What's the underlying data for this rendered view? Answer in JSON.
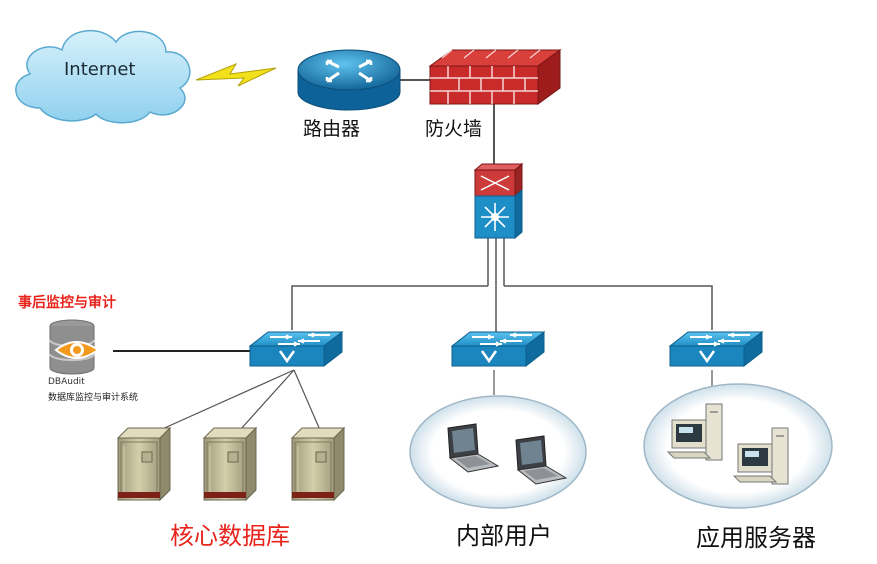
{
  "labels": {
    "internet": "Internet",
    "router": "路由器",
    "firewall": "防火墙",
    "audit_title": "事后监控与审计",
    "dbaudit_name": "DBAudit",
    "dbaudit_sub": "数据库监控与审计系统",
    "core_db": "核心数据库",
    "internal_users": "内部用户",
    "app_servers": "应用服务器"
  },
  "colors": {
    "accent_red": "#e8231c",
    "switch_blue": "#1d8fc4",
    "router_blue": "#1a7fb8",
    "firewall_red": "#c92a2a",
    "cloud_blue": "#aee0f5",
    "server_tan": "#c8c39c",
    "link_line": "#555555",
    "lightning": "#f2e01a"
  },
  "icons": {
    "cloud": "cloud-icon",
    "router": "router-icon",
    "firewall": "firewall-icon",
    "core_switch": "multilayer-switch-icon",
    "switch": "switch-icon",
    "database_audit": "database-eye-icon",
    "server": "server-tower-icon",
    "laptop": "laptop-icon",
    "desktop": "desktop-pc-icon"
  }
}
